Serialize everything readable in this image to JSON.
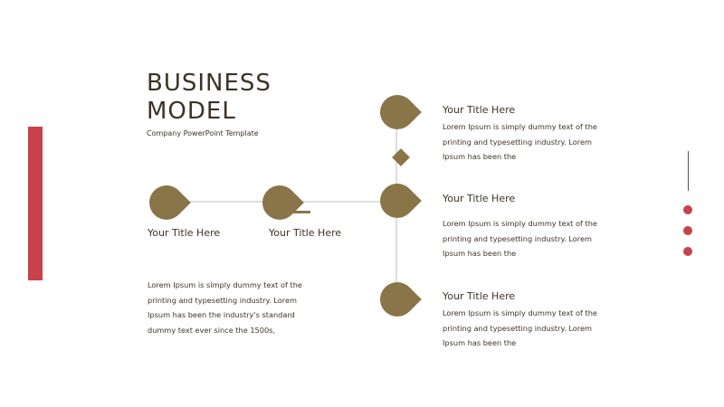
{
  "slide": {
    "title_line1": "BUSINESS",
    "title_line2": "MODEL",
    "subtitle": "Company PowerPoint Template"
  },
  "left_items": [
    {
      "title": "Your Title Here"
    },
    {
      "title": "Your Title Here"
    }
  ],
  "left_body": "Lorem Ipsum is simply dummy text of the printing and typesetting industry. Lorem Ipsum has been the industry's standard dummy text ever since the 1500s,",
  "right_items": [
    {
      "title": "Your Title Here",
      "body": "Lorem Ipsum is simply dummy text of the printing and typesetting industry. Lorem Ipsum has been the"
    },
    {
      "title": "Your Title Here",
      "body": "Lorem Ipsum is simply dummy text of the printing and typesetting industry. Lorem Ipsum has been the"
    },
    {
      "title": "Your Title Here",
      "body": "Lorem Ipsum is simply dummy text of the printing and typesetting industry. Lorem Ipsum has been the"
    }
  ],
  "colors": {
    "accent_red": "#c8424b",
    "drop_brown": "#8a7548",
    "text_dark": "#3e3424"
  },
  "page_dots": 3
}
